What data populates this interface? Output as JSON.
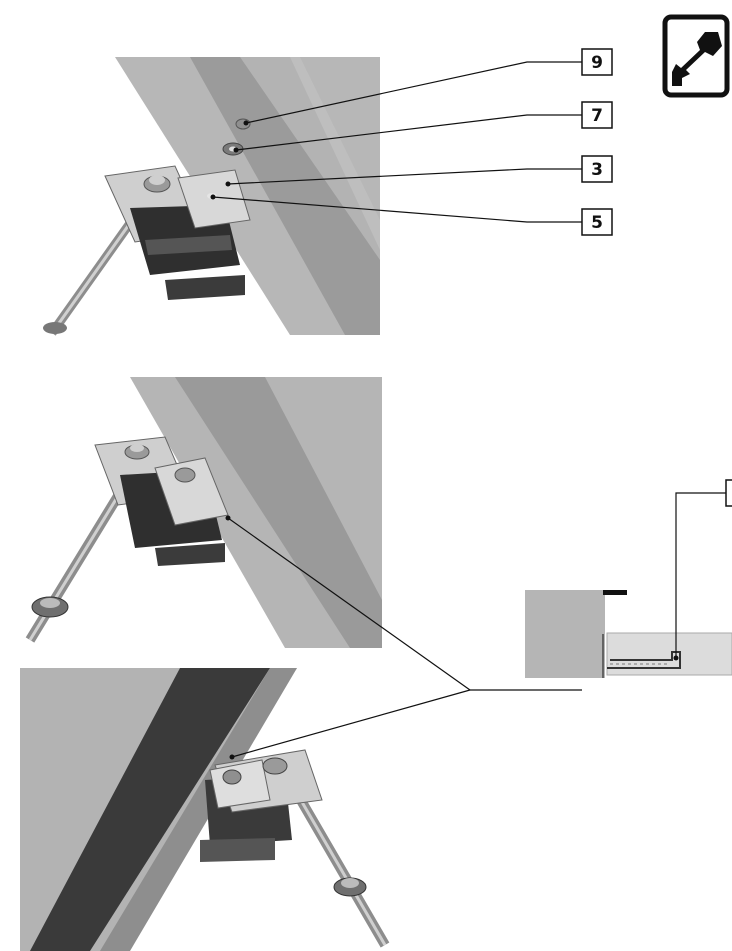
{
  "tool_icon": {
    "name": "wrench-icon"
  },
  "callouts": [
    {
      "id": "callout-9",
      "label": "9"
    },
    {
      "id": "callout-7",
      "label": "7"
    },
    {
      "id": "callout-3",
      "label": "3"
    },
    {
      "id": "callout-5",
      "label": "5"
    },
    {
      "id": "callout-detail",
      "label": ""
    }
  ],
  "colors": {
    "panel_light": "#c7c7c7",
    "panel_mid": "#a9a9a9",
    "panel_dark": "#555555",
    "bracket": "#d9d9d9",
    "block_dark": "#2d2d2d",
    "line": "#111111"
  }
}
